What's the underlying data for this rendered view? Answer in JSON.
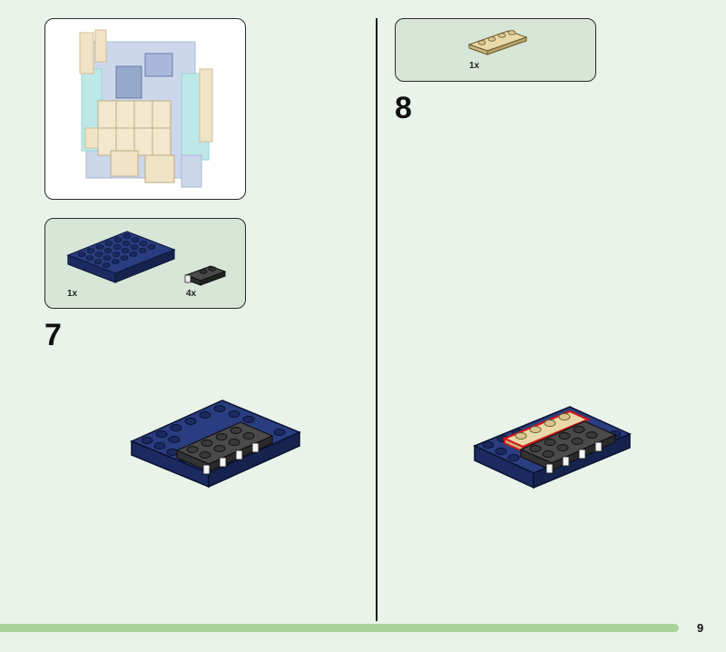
{
  "step7": {
    "number": "7",
    "parts": [
      {
        "name": "dark-blue-plate-4x6",
        "qty": "1x"
      },
      {
        "name": "black-plate-clip-1x2",
        "qty": "4x"
      }
    ]
  },
  "step8": {
    "number": "8",
    "parts": [
      {
        "name": "tan-plate-1x4",
        "qty": "1x"
      }
    ]
  },
  "page_number": "9",
  "colors": {
    "background": "#e9f3e9",
    "parts_panel": "#d8e6d8",
    "dark_blue": "#1e2f6e",
    "black_part": "#3a3a3a",
    "tan": "#e4d2a2",
    "highlight": "#d01818",
    "progress_bar": "#a9d39a"
  }
}
